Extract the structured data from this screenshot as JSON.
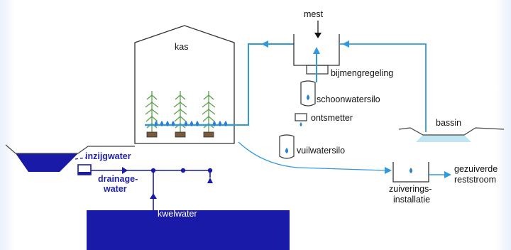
{
  "labels": {
    "greenhouse": "kas",
    "fertilizer": "mest",
    "mixing_control": "bijmengregeling",
    "clean_water_silo": "schoonwatersilo",
    "disinfector": "ontsmetter",
    "dirty_water_silo": "vuilwatersilo",
    "basin": "bassin",
    "infiltration_water": "inzijgwater",
    "drainage_line1": "drainage-",
    "drainage_line2": "water",
    "seepage_water": "kwelwater",
    "treatment_line1": "zuiverings-",
    "treatment_line2": "installatie",
    "purified_line1": "gezuiverde",
    "purified_line2": "reststroom"
  },
  "colors": {
    "flow_light_blue": "#3399dd",
    "water_dark_blue": "#1a1aa8",
    "basin_water": "#bfe6f2",
    "drip_blue": "#2a7fd4",
    "plant_green": "#5aa04a",
    "outline": "#333333"
  }
}
